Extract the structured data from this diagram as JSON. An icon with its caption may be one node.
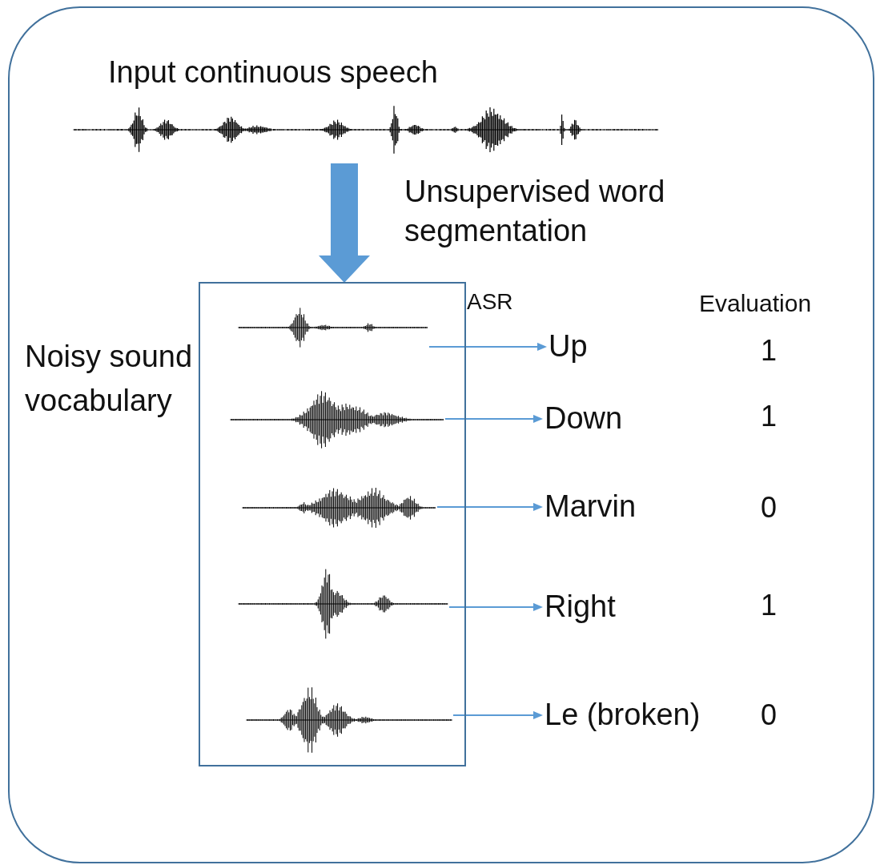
{
  "diagram": {
    "nodes": [
      {
        "text": [],
        "shape": "box"
      },
      {
        "text": [
          "Input continuous speech"
        ],
        "in": 0
      },
      {
        "text": [
          "Noisy sound vocabulary"
        ],
        "in": 0
      },
      {
        "text": [],
        "shape": "picture",
        "in": 2
      },
      {
        "text": [],
        "shape": "picture",
        "in": 2
      },
      {
        "text": [],
        "shape": "picture",
        "in": 2
      },
      {
        "text": [],
        "shape": "picture",
        "in": 2
      },
      {
        "text": [],
        "shape": "picture",
        "in": 2
      },
      {
        "text": [
          "Up"
        ],
        "in": 0
      },
      {
        "text": [
          "Down"
        ],
        "in": 0
      },
      {
        "text": [
          "Marvin"
        ],
        "in": 0
      },
      {
        "text": [
          "Right"
        ],
        "in": 0
      },
      {
        "text": [
          "Le (broken)"
        ],
        "in": 0
      }
    ],
    "edges": [
      {
        "from": 1,
        "to": 2,
        "arrow": "to",
        "label": "Unsupervised word segmentation",
        "style": "thick"
      },
      {
        "from": 3,
        "to": 8,
        "arrow": "to"
      },
      {
        "from": 4,
        "to": 9,
        "arrow": "to"
      },
      {
        "from": 5,
        "to": 10,
        "arrow": "to"
      },
      {
        "from": 6,
        "to": 11,
        "arrow": "to"
      },
      {
        "from": 7,
        "to": 12,
        "arrow": "to"
      }
    ],
    "labels": [
      "ASR",
      "Evaluation",
      "1",
      "1",
      "0",
      "1",
      "0"
    ]
  }
}
